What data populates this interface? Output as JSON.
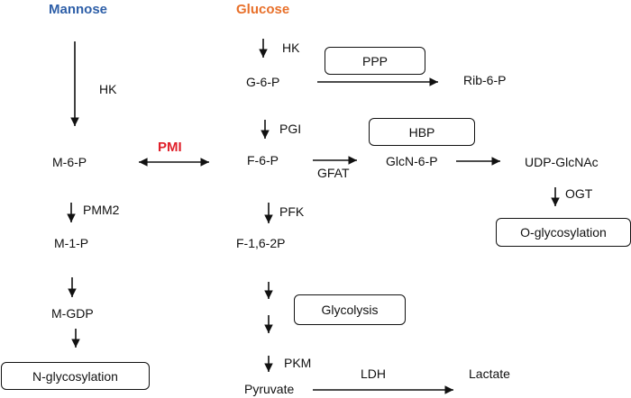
{
  "titles": {
    "mannose": "Mannose",
    "glucose": "Glucose",
    "mannose_color": "#2e5fa8",
    "glucose_color": "#e8702a"
  },
  "enzymes": {
    "hk_mannose": "HK",
    "hk_glucose": "HK",
    "pgi": "PGI",
    "pmi": "PMI",
    "pmi_color": "#e0202a",
    "gfat": "GFAT",
    "pfk": "PFK",
    "pmm2": "PMM2",
    "ogt": "OGT",
    "pkm": "PKM",
    "ldh": "LDH"
  },
  "metabolites": {
    "g6p": "G-6-P",
    "rib6p": "Rib-6-P",
    "m6p": "M-6-P",
    "f6p": "F-6-P",
    "glcn6p": "GlcN-6-P",
    "udpglcnac": "UDP-GlcNAc",
    "m1p": "M-1-P",
    "f16p": "F-1,6-2P",
    "mgdp": "M-GDP",
    "pyruvate": "Pyruvate",
    "lactate": "Lactate"
  },
  "pathway_boxes": {
    "ppp": "PPP",
    "hbp": "HBP",
    "o_glyco": "O-glycosylation",
    "glycolysis": "Glycolysis",
    "n_glyco": "N-glycosylation"
  }
}
